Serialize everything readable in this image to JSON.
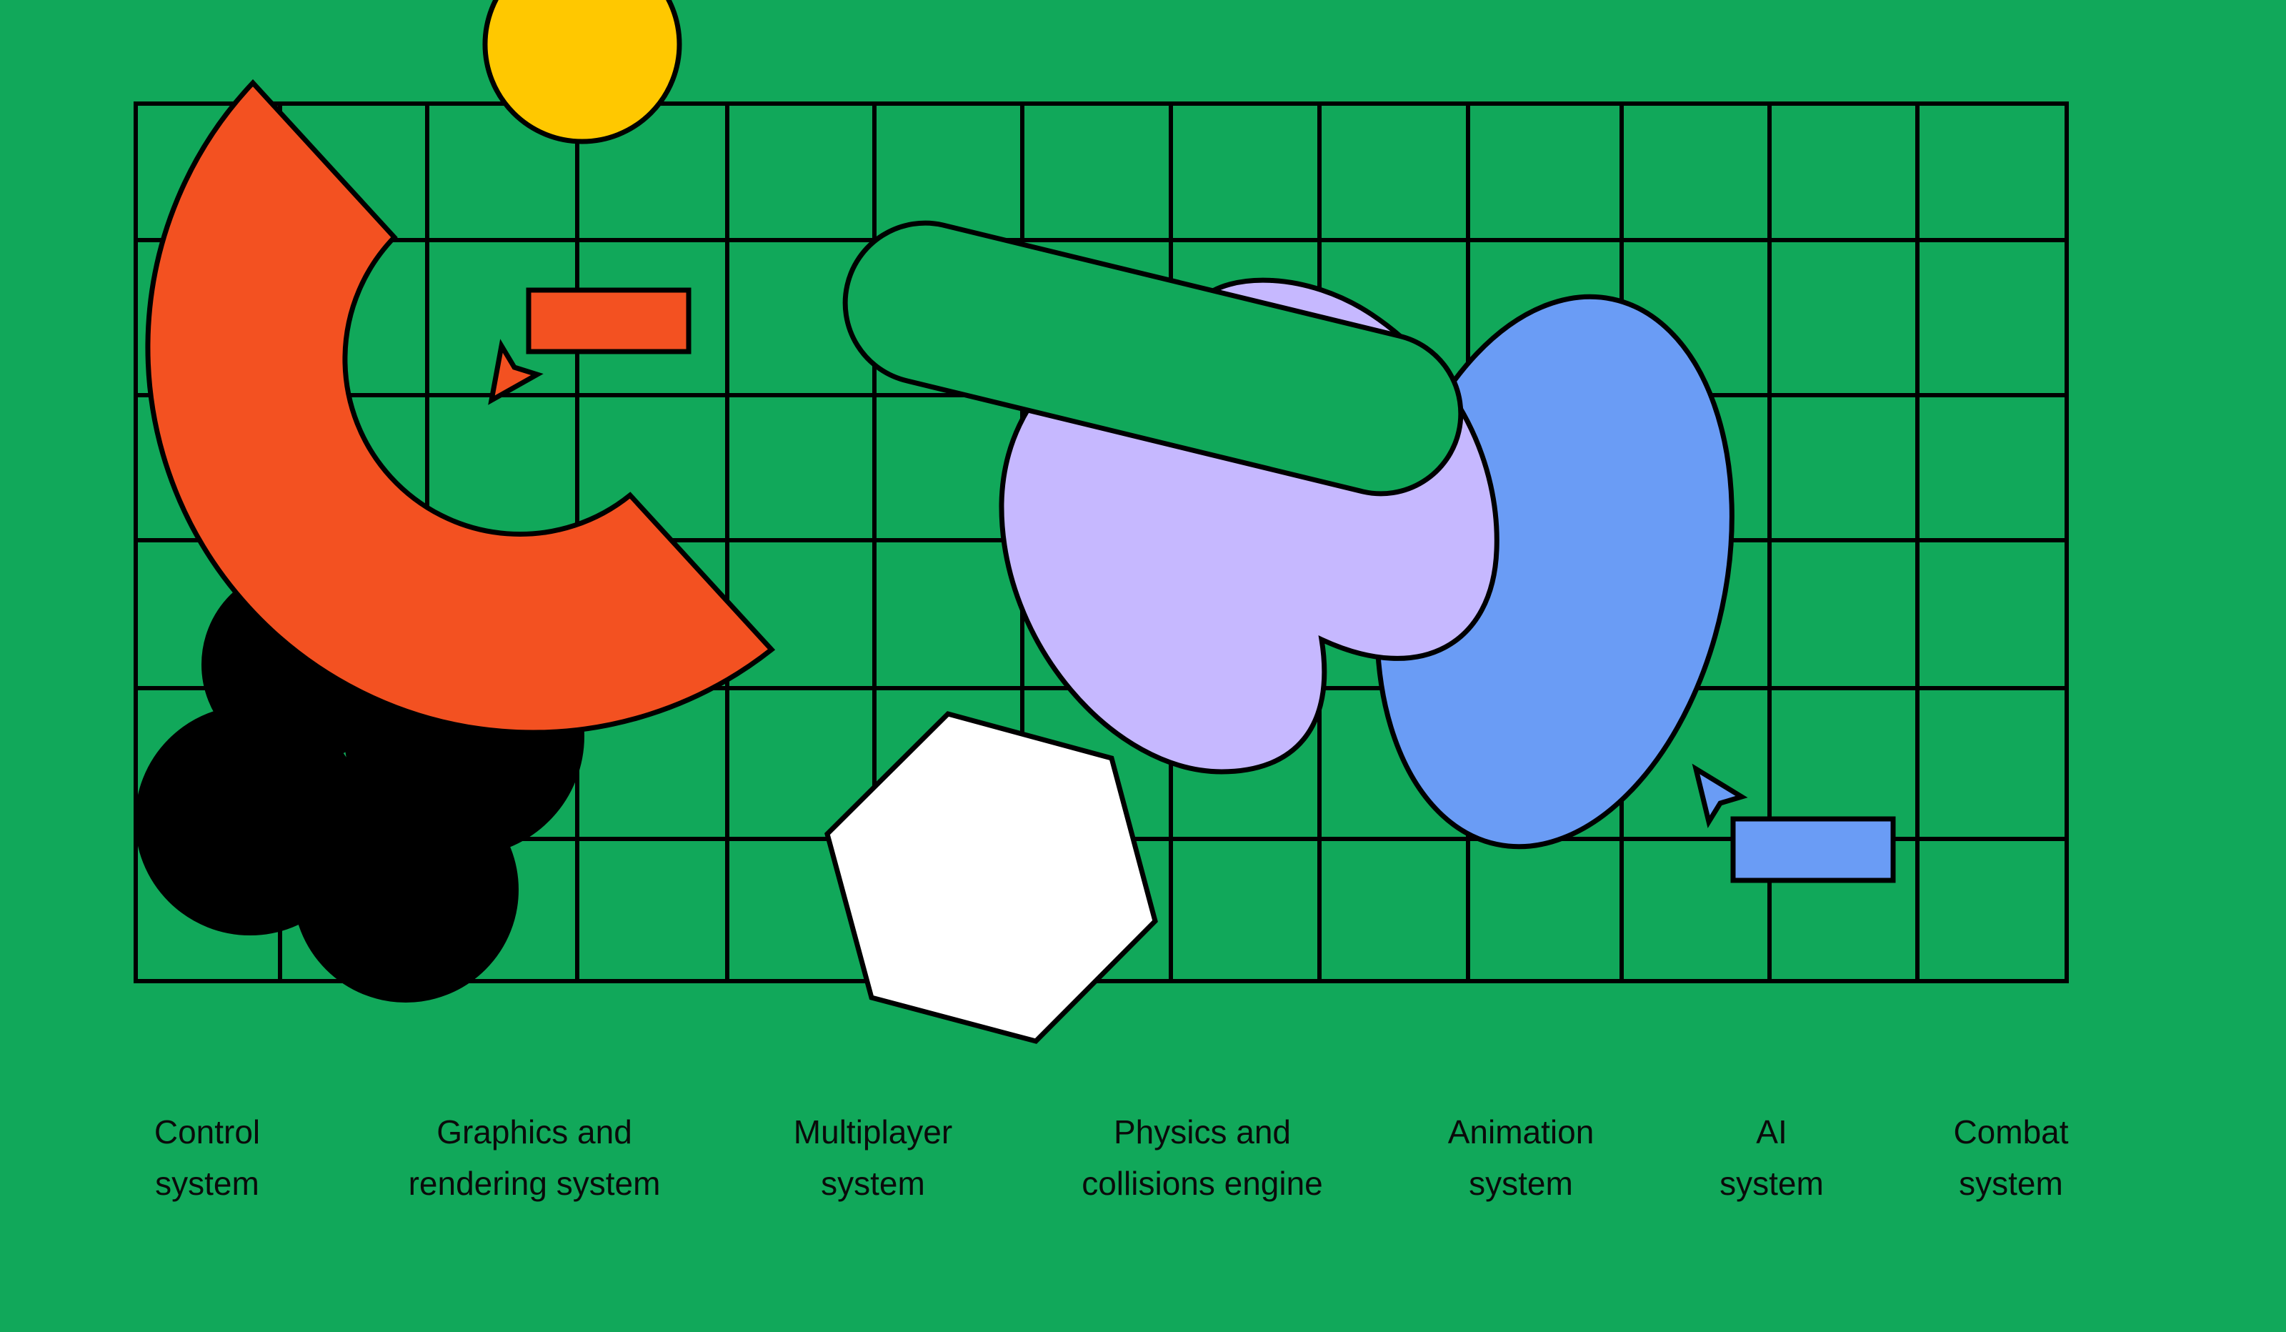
{
  "background_color": "#11a85a",
  "stroke_color": "#000000",
  "palette": {
    "orange": "#f35121",
    "yellow": "#ffc800",
    "lavender": "#c6b8ff",
    "blue": "#6a9cf5",
    "white": "#ffffff",
    "green": "#11a85a",
    "black": "#000000"
  },
  "shapes": {
    "grid": "grid",
    "orange_arc": "orange-c-arc",
    "yellow_circle": "circle",
    "black_cluster": "circle-cluster",
    "orange_rect": "rectangle",
    "orange_cursor": "cursor-arrow-icon",
    "green_capsule": "capsule",
    "lavender_blob": "blob",
    "blue_ellipse": "ellipse",
    "white_hexagon": "hexagon",
    "blue_cursor": "cursor-arrow-icon",
    "blue_rect": "rectangle"
  },
  "labels": [
    {
      "line1": "Control",
      "line2": "system"
    },
    {
      "line1": "Graphics and",
      "line2": "rendering system"
    },
    {
      "line1": "Multiplayer",
      "line2": "system"
    },
    {
      "line1": "Physics and",
      "line2": "collisions engine"
    },
    {
      "line1": "Animation",
      "line2": "system"
    },
    {
      "line1": "AI",
      "line2": "system"
    },
    {
      "line1": "Combat",
      "line2": "system"
    }
  ]
}
